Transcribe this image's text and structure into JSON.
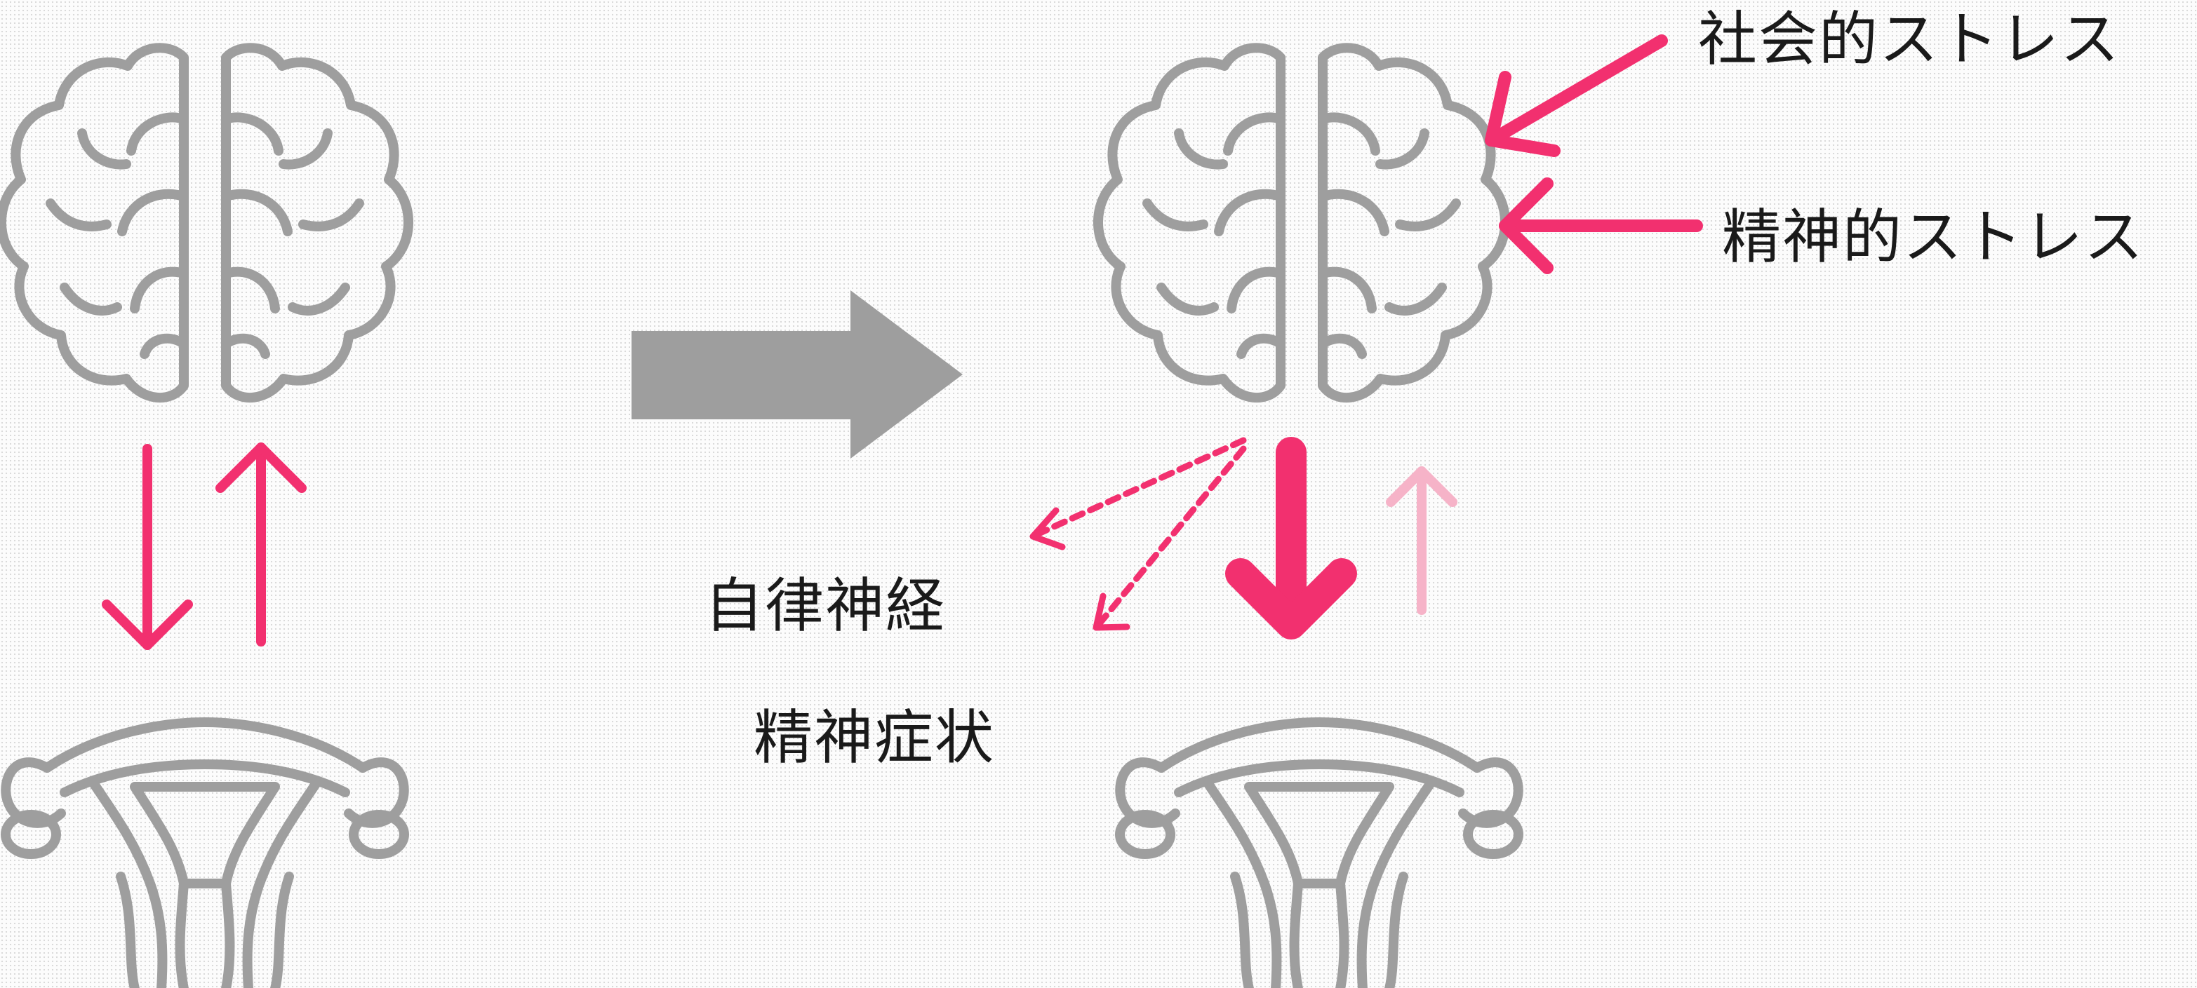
{
  "labels": {
    "social_stress": "社会的ストレス",
    "mental_stress": "精神的ストレス",
    "autonomic_nerve": "自律神経",
    "psychiatric_symptoms": "精神症状"
  },
  "colors": {
    "organ_gray": "#9e9e9e",
    "accent_pink": "#f2306f",
    "faded_pink": "#f6b3c8",
    "transition_arrow": "#9e9e9e",
    "text": "#1a1a1a"
  },
  "icons": [
    "brain-icon",
    "uterus-icon",
    "transition-arrow-icon"
  ]
}
